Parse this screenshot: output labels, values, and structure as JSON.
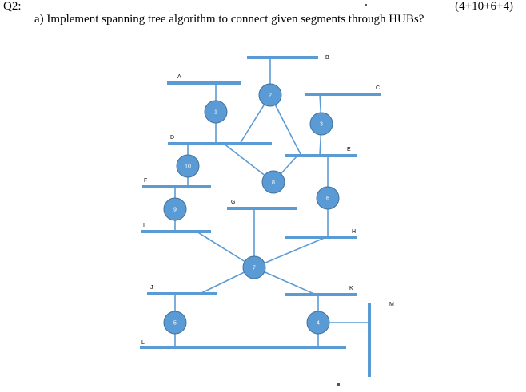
{
  "header": {
    "question": "Q2:",
    "marks": "(4+10+6+4)",
    "part_a": "a)  Implement spanning tree algorithm to connect given segments through HUBs?"
  },
  "diagram": {
    "colors": {
      "line": "#5b9bd5",
      "hub_fill": "#5b9bd5",
      "hub_stroke": "#41719c",
      "hub_text": "#ffffff",
      "label_text": "#000000"
    },
    "segments": [
      {
        "id": "A",
        "label": "A"
      },
      {
        "id": "B",
        "label": "B"
      },
      {
        "id": "C",
        "label": "C"
      },
      {
        "id": "D",
        "label": "D"
      },
      {
        "id": "E",
        "label": "E"
      },
      {
        "id": "F",
        "label": "F"
      },
      {
        "id": "G",
        "label": "G"
      },
      {
        "id": "H",
        "label": "H"
      },
      {
        "id": "I",
        "label": "I"
      },
      {
        "id": "J",
        "label": "J"
      },
      {
        "id": "K",
        "label": "K"
      },
      {
        "id": "L",
        "label": "L"
      },
      {
        "id": "M",
        "label": "M"
      }
    ],
    "hubs": [
      {
        "id": "1",
        "label": "1",
        "connects": [
          "A",
          "D"
        ]
      },
      {
        "id": "2",
        "label": "2",
        "connects": [
          "B",
          "D",
          "E"
        ]
      },
      {
        "id": "3",
        "label": "3",
        "connects": [
          "C",
          "E"
        ]
      },
      {
        "id": "4",
        "label": "4",
        "connects": [
          "K",
          "L",
          "M"
        ]
      },
      {
        "id": "5",
        "label": "5",
        "connects": [
          "J",
          "L"
        ]
      },
      {
        "id": "6",
        "label": "6",
        "connects": [
          "E",
          "H"
        ]
      },
      {
        "id": "7",
        "label": "7",
        "connects": [
          "G",
          "H",
          "I",
          "J",
          "K"
        ]
      },
      {
        "id": "8",
        "label": "8",
        "connects": [
          "D",
          "E"
        ]
      },
      {
        "id": "9",
        "label": "9",
        "connects": [
          "F",
          "I"
        ]
      },
      {
        "id": "10",
        "label": "10",
        "connects": [
          "D",
          "F"
        ]
      }
    ]
  }
}
